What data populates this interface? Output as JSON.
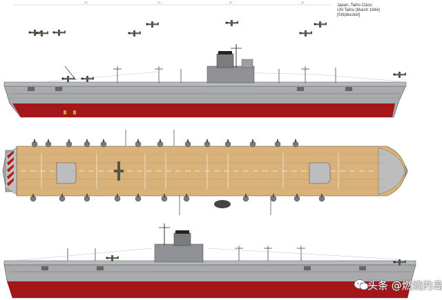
{
  "header": {
    "line1": "Japan, Taiho Class",
    "line2": "IJN Taiho (March 1944)",
    "line3": "[Shipbucket]"
  },
  "ruler": {
    "ticks": [
      "10",
      "20",
      "30",
      "40"
    ]
  },
  "watermark": {
    "label": "头条 @燃烧的岛群",
    "brand_icon": "wechat-style-chat-icon"
  },
  "colors": {
    "hull_red": "#a3161a",
    "hull_gray": "#a8aaae",
    "deck_wood": "#d8b27a",
    "deck_gray": "#bdbdbd",
    "island_gray": "#8f9196"
  }
}
